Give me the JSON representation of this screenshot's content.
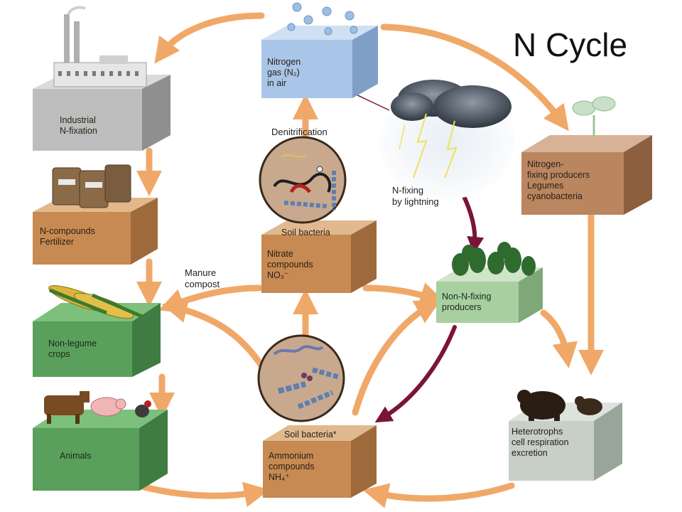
{
  "title": "N Cycle",
  "boxes": {
    "nitrogen_gas": {
      "line1": "Nitrogen",
      "line2": "gas (N₂)",
      "line3": "in air"
    },
    "industrial": {
      "line1": "Industrial",
      "line2": "N-fixation"
    },
    "fertilizer": {
      "line1": "N-compounds",
      "line2": "Fertilizer"
    },
    "non_legume": {
      "line1": "Non-legume",
      "line2": "crops"
    },
    "animals": {
      "line1": "Animals"
    },
    "nitrate": {
      "header": "Soil bacteria",
      "line1": "Nitrate",
      "line2": "compounds",
      "line3": "NO₃⁻"
    },
    "ammonium": {
      "header": "Soil bacteria*",
      "line1": "Ammonium",
      "line2": "compounds",
      "line3": "NH₄⁺"
    },
    "nitrogen_fixing": {
      "line1": "Nitrogen-",
      "line2": "fixing producers",
      "line3": "Legumes",
      "line4": "cyanobacteria"
    },
    "non_n_fixing": {
      "line1": "Non-N-fixing",
      "line2": "producers"
    },
    "heterotrophs": {
      "line1": "Heterotrophs",
      "line2": "cell respiration",
      "line3": "excretion"
    }
  },
  "labels": {
    "denitrification": "Denitrification",
    "lightning_line1": "N-fixing",
    "lightning_line2": "by lightning",
    "manure_line1": "Manure",
    "manure_line2": "compost"
  },
  "colors": {
    "arrow_orange": "#f0a868",
    "arrow_maroon": "#7a1438",
    "gas_blue": "#a9c6e8",
    "industrial_gray": "#bdbdbd",
    "soil_brown": "#c68a52",
    "crop_green": "#5aa05c",
    "producer_green": "#a8cfa0",
    "heterotroph_gray": "#c7cfc6",
    "fixing_brown": "#b98660"
  },
  "icons": [
    "factory-icon",
    "fertilizer-bags-icon",
    "corn-icon",
    "cow-icon",
    "pig-icon",
    "rooster-icon",
    "bacteria-circle-icon",
    "storm-cloud-icon",
    "sprout-icon",
    "plants-icon",
    "bear-icon",
    "gas-bubbles-icon"
  ]
}
